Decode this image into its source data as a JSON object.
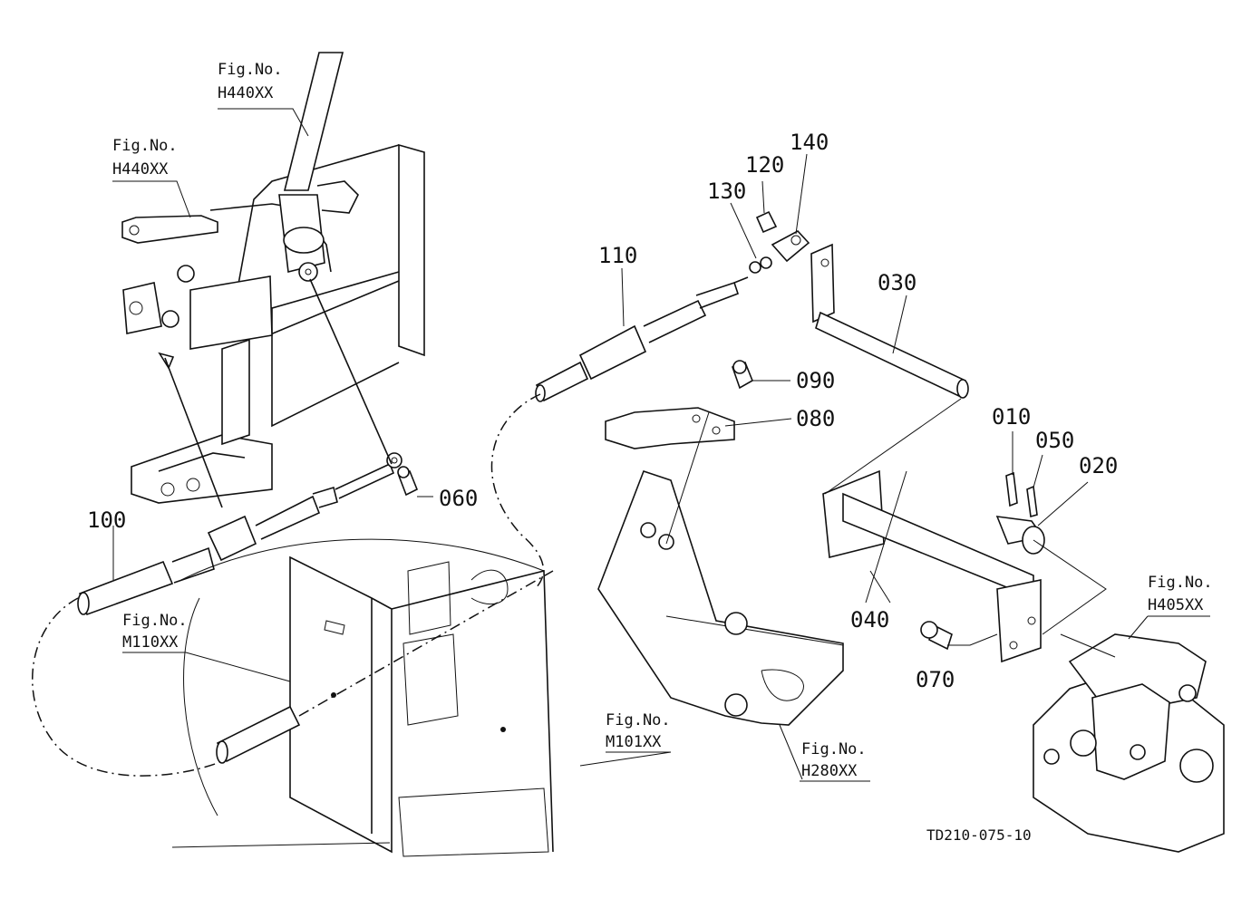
{
  "parts": {
    "p010": "010",
    "p020": "020",
    "p030": "030",
    "p040": "040",
    "p050": "050",
    "p060": "060",
    "p070": "070",
    "p080": "080",
    "p090": "090",
    "p100": "100",
    "p110": "110",
    "p120": "120",
    "p130": "130",
    "p140": "140"
  },
  "references": {
    "fig_label": "Fig.No.",
    "h440_top": "H440XX",
    "h440_left": "H440XX",
    "m110": "M110XX",
    "m101": "M101XX",
    "h280": "H280XX",
    "h405": "H405XX"
  },
  "drawing_code": "TD210-075-10"
}
